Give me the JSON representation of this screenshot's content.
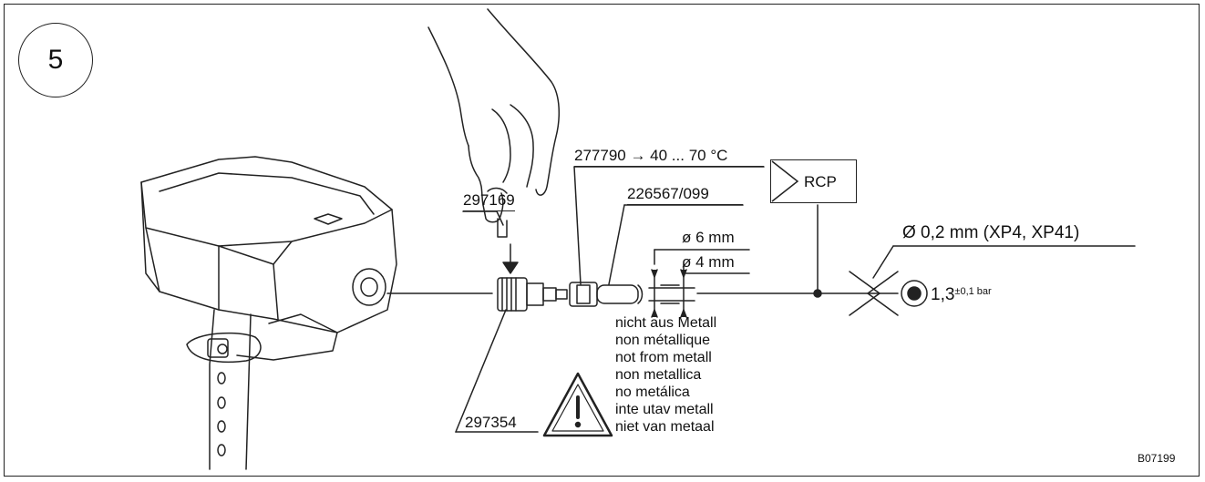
{
  "step_number": "5",
  "labels": {
    "part_297169": "297169",
    "part_277790": "277790 → 40 ... 70 °C",
    "part_226567": "226567/099",
    "dia_6mm": "ø 6 mm",
    "dia_4mm": "ø 4 mm",
    "rcp": "RCP",
    "nozzle": "Ø 0,2 mm (XP4, XP41)",
    "pressure_value": "1,3",
    "pressure_tolerance": "±0,1 bar",
    "part_297354": "297354",
    "drawing_id": "B07199"
  },
  "notes": [
    "nicht aus Metall",
    "non métallique",
    "not from metall",
    "non metallica",
    "no metálica",
    "inte utav metall",
    "niet van metaal"
  ],
  "icons": [
    "warning-triangle-icon",
    "hand-icon",
    "down-arrow-icon",
    "pressure-source-icon"
  ]
}
